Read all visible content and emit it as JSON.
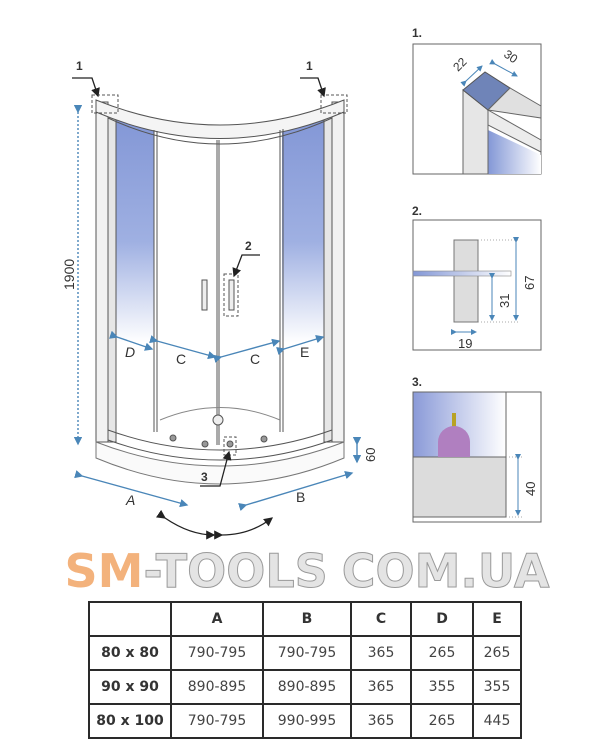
{
  "diagram": {
    "callouts": {
      "corner_left": "1",
      "corner_right": "1",
      "handle": "2",
      "tray": "3"
    },
    "dimensions": {
      "height": "1900",
      "tray_height": "60",
      "a": "A",
      "b": "B",
      "c_left": "C",
      "c_right": "C",
      "d": "D",
      "e": "E"
    },
    "details": [
      {
        "title": "1.",
        "dims": [
          "22",
          "30"
        ]
      },
      {
        "title": "2.",
        "dims": [
          "67",
          "31",
          "19"
        ]
      },
      {
        "title": "3.",
        "dims": [
          "40"
        ]
      }
    ],
    "colors": {
      "glass": "#8fa3dc",
      "dim_line": "#4a86b8",
      "knob": "#b07fc0",
      "frame": "#cfcfcf"
    }
  },
  "table": {
    "headers": [
      "",
      "A",
      "B",
      "C",
      "D",
      "E"
    ],
    "rows": [
      [
        "80 x 80",
        "790-795",
        "790-795",
        "365",
        "265",
        "265"
      ],
      [
        "90 x 90",
        "890-895",
        "890-895",
        "365",
        "355",
        "355"
      ],
      [
        "80 x 100",
        "790-795",
        "990-995",
        "365",
        "265",
        "445"
      ]
    ]
  },
  "watermark": {
    "part1": "SM",
    "part2": "-TOOLS",
    "part3": "COM.UA"
  }
}
